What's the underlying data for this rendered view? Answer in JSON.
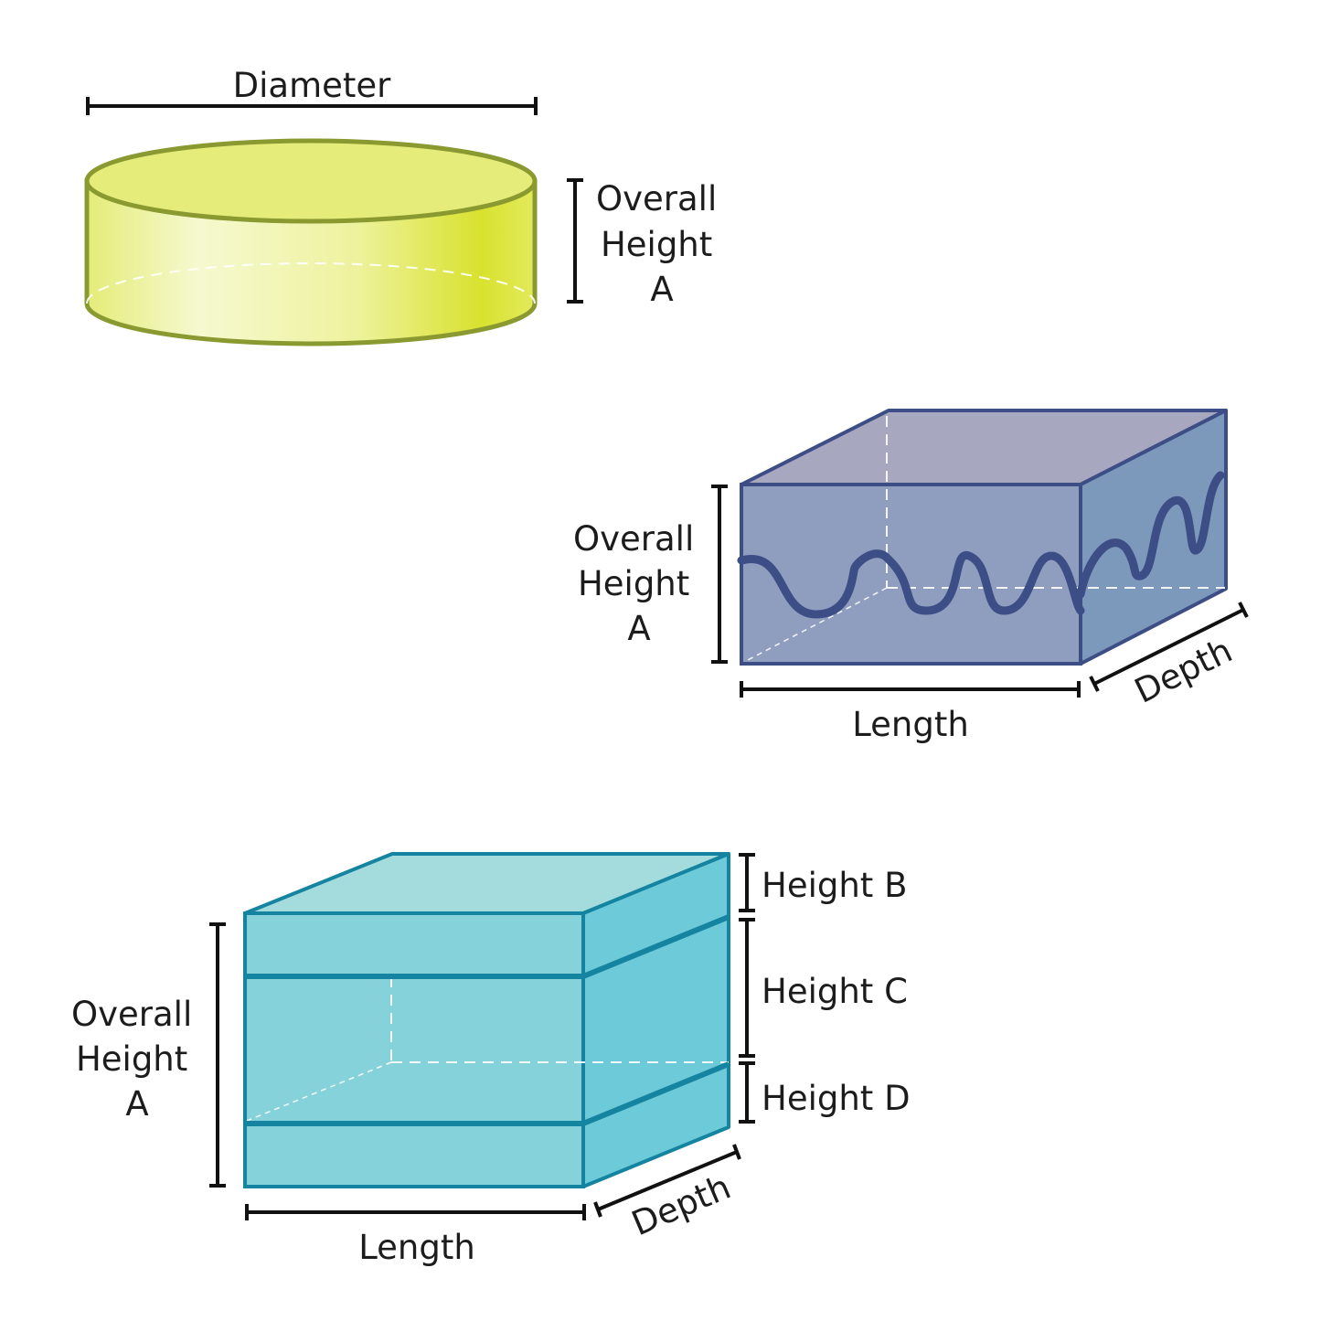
{
  "cylinder": {
    "diameter_label": "Diameter",
    "height_label": [
      "Overall",
      "Height",
      "A"
    ],
    "colors": {
      "fill_light": "#f4f8c8",
      "fill_dark": "#d8e22e",
      "top": "#e6ec7a",
      "outline": "#8a9a30"
    }
  },
  "wave_box": {
    "height_label": [
      "Overall",
      "Height",
      "A"
    ],
    "length_label": "Length",
    "depth_label": "Depth",
    "colors": {
      "front": "#8f9dbf",
      "side": "#7c98bb",
      "top": "#a7a7bf",
      "outline": "#3d4d85",
      "wave": "#3d4d85"
    }
  },
  "layered_box": {
    "height_label": [
      "Overall",
      "Height",
      "A"
    ],
    "height_b_label": "Height B",
    "height_c_label": "Height C",
    "height_d_label": "Height D",
    "length_label": "Length",
    "depth_label": "Depth",
    "colors": {
      "front": "#86d2da",
      "side": "#6ccad9",
      "top": "#a4dcdd",
      "outline": "#1584a0"
    }
  }
}
